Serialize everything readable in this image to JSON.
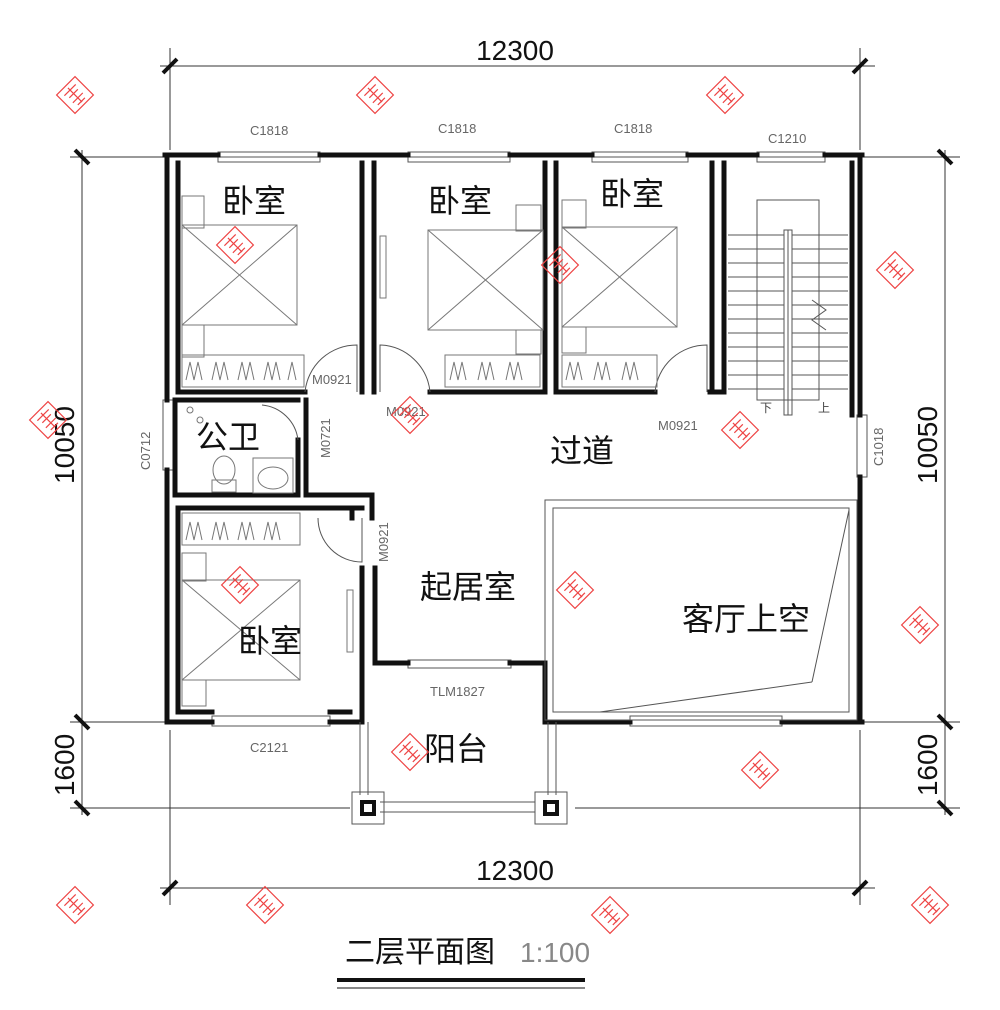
{
  "dimensions": {
    "top_width": "12300",
    "bottom_width": "12300",
    "left_depth": "10050",
    "left_balcony": "1600",
    "right_depth": "10050",
    "right_balcony": "1600"
  },
  "rooms": {
    "bedroom_1": "卧室",
    "bedroom_2": "卧室",
    "bedroom_3": "卧室",
    "bedroom_4": "卧室",
    "bathroom": "公卫",
    "corridor": "过道",
    "living_room": "起居室",
    "void": "客厅上空",
    "balcony": "阳台"
  },
  "codes": {
    "win_1": "C1818",
    "win_2": "C1818",
    "win_3": "C1818",
    "win_stair": "C1210",
    "win_bath": "C0712",
    "win_right": "C1018",
    "win_bottom": "C2121",
    "door_bed1": "M0921",
    "door_bath": "M0721",
    "door_bed2": "M0921",
    "door_bed3": "M0921",
    "door_bed4": "M0921",
    "slide_door": "TLM1827"
  },
  "stairs": {
    "down": "下",
    "up": "上"
  },
  "title": {
    "name": "二层平面图",
    "scale": "1:100"
  },
  "colors": {
    "line": "#111111",
    "watermark": "#ee4444"
  }
}
